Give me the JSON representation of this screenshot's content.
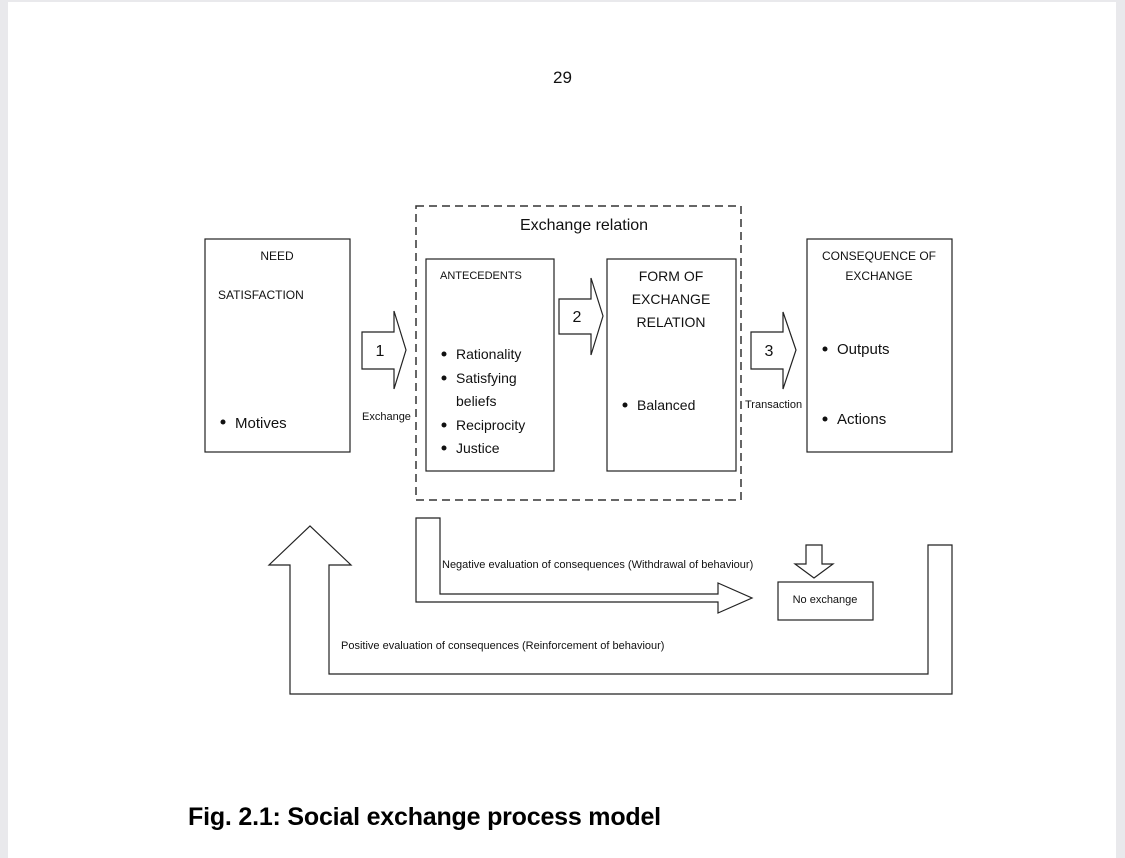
{
  "page_number": "29",
  "diagram": {
    "exchange_relation_title": "Exchange relation",
    "need_box": {
      "line1": "NEED",
      "line2": "SATISFACTION",
      "bullet": "Motives"
    },
    "antecedents_box": {
      "title": "ANTECEDENTS",
      "bullets": [
        "Rationality",
        "Satisfying",
        "beliefs",
        "Reciprocity",
        "Justice"
      ]
    },
    "form_box": {
      "lines": [
        "FORM OF",
        "EXCHANGE",
        "RELATION"
      ],
      "bullet": "Balanced"
    },
    "consequence_box": {
      "lines": [
        "CONSEQUENCE OF",
        "EXCHANGE"
      ],
      "bullets": [
        "Outputs",
        "Actions"
      ]
    },
    "arrows": {
      "arrow1": {
        "number": "1",
        "label": "Exchange"
      },
      "arrow2": {
        "number": "2"
      },
      "arrow3": {
        "number": "3",
        "label": "Transaction"
      }
    },
    "negative_label": "Negative evaluation of consequences (Withdrawal of behaviour)",
    "no_exchange": "No exchange",
    "positive_label": "Positive evaluation of consequences (Reinforcement of behaviour)"
  },
  "caption": "Fig. 2.1: Social exchange process model"
}
